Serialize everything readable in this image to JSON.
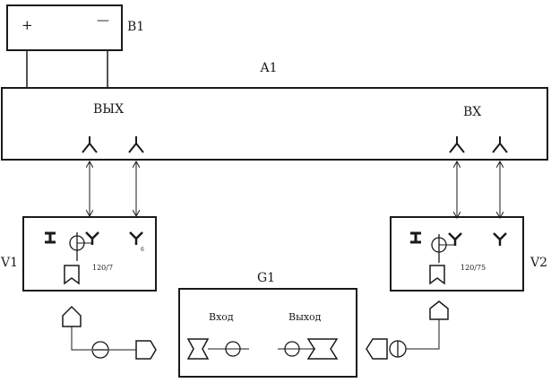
{
  "labels": {
    "b1": "B1",
    "b1_plus": "+",
    "b1_minus": "—",
    "a1": "A1",
    "a1_out": "ВЫХ",
    "a1_in": "ВХ",
    "g1": "G1",
    "g1_in": "Вход",
    "g1_out": "Выход",
    "v1": "V1",
    "v2": "V2",
    "v1_imp": "120/7",
    "v2_imp": "120/75",
    "v1_pin": "6"
  }
}
